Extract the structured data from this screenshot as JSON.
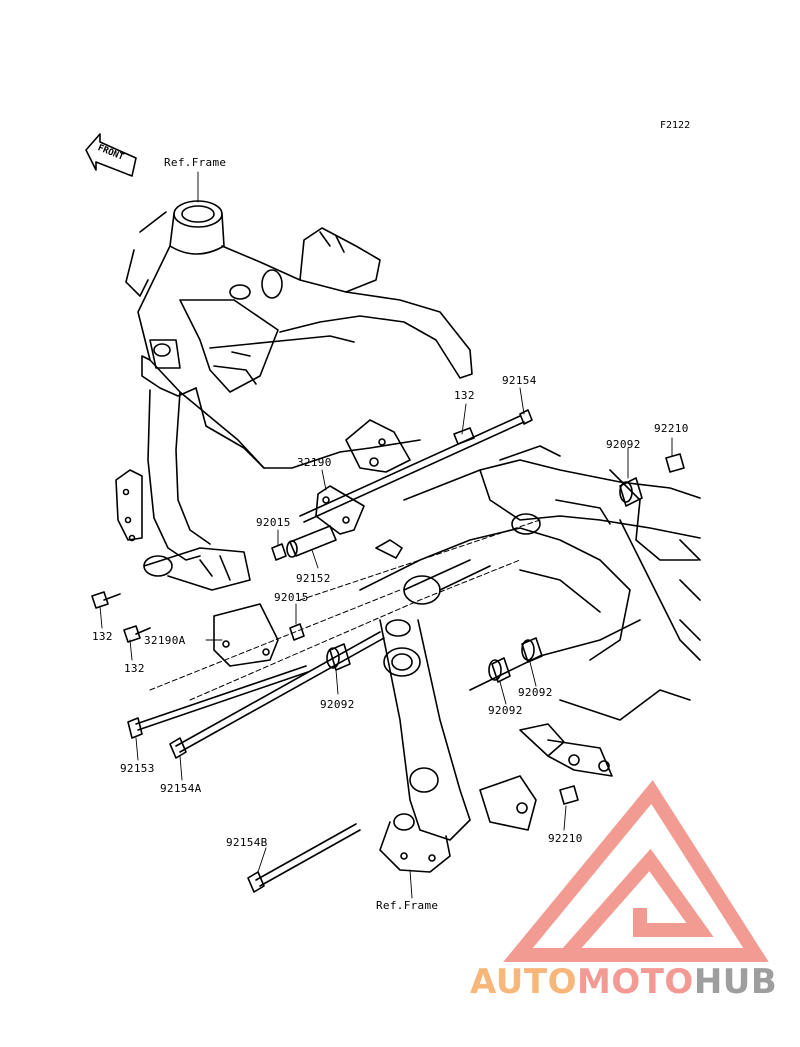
{
  "diagram": {
    "figure_code": "F2122",
    "front_label": "FRONT",
    "ref_labels": [
      "Ref.Frame",
      "Ref.Frame"
    ],
    "parts": [
      {
        "id": "132",
        "label": "132"
      },
      {
        "id": "92154",
        "label": "92154"
      },
      {
        "id": "92210",
        "label": "92210"
      },
      {
        "id": "92092",
        "label": "92092"
      },
      {
        "id": "32190",
        "label": "32190"
      },
      {
        "id": "92015",
        "label": "92015"
      },
      {
        "id": "92152",
        "label": "92152"
      },
      {
        "id": "92015b",
        "label": "92015"
      },
      {
        "id": "132b",
        "label": "132"
      },
      {
        "id": "32190A",
        "label": "32190A"
      },
      {
        "id": "132c",
        "label": "132"
      },
      {
        "id": "92092b",
        "label": "92092"
      },
      {
        "id": "92092c",
        "label": "92092"
      },
      {
        "id": "92092d",
        "label": "92092"
      },
      {
        "id": "92153",
        "label": "92153"
      },
      {
        "id": "92154A",
        "label": "92154A"
      },
      {
        "id": "92154B",
        "label": "92154B"
      },
      {
        "id": "92210b",
        "label": "92210"
      }
    ]
  },
  "watermark": {
    "part1": "AUTO",
    "part2": "MOTO",
    "part3": "HUB",
    "colors": {
      "auto": "#f7b77a",
      "moto": "#f29a93",
      "hub": "#9e9e9e",
      "logo": "#f08a80"
    }
  }
}
